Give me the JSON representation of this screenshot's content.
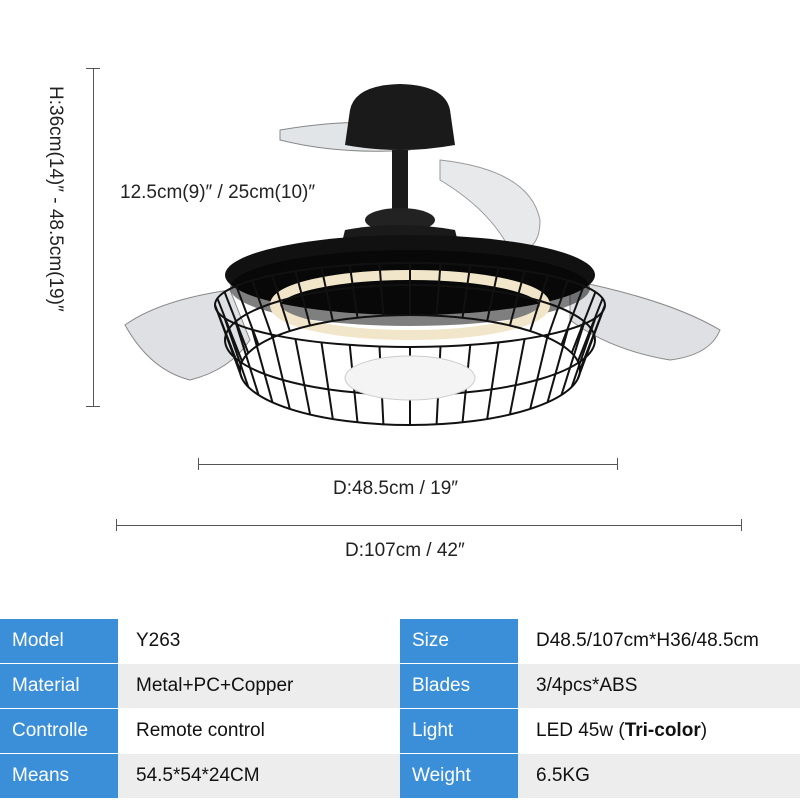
{
  "dimensions": {
    "height_label": "H:36cm(14)″ - 48.5cm(19)″",
    "rod_label": "12.5cm(9)″ / 25cm(10)″",
    "inner_diameter_label": "D:48.5cm / 19″",
    "outer_diameter_label": "D:107cm / 42″"
  },
  "specs": [
    {
      "label": "Model",
      "value": "Y263",
      "label2": "Size",
      "value2": "D48.5/107cm*H36/48.5cm"
    },
    {
      "label": "Material",
      "value": "Metal+PC+Copper",
      "label2": "Blades",
      "value2": "3/4pcs*ABS"
    },
    {
      "label": "Controlle",
      "value": "Remote control",
      "label2": "Light",
      "value2_prefix": "LED 45w (",
      "value2_bold": "Tri-color",
      "value2_suffix": ")"
    },
    {
      "label": "Means",
      "value": "54.5*54*24CM",
      "label2": "Weight",
      "value2": "6.5KG"
    }
  ],
  "colors": {
    "label_bg": "#3b8fd9",
    "alt_row_bg": "#ededed",
    "fan_body": "#1a1a1a"
  }
}
